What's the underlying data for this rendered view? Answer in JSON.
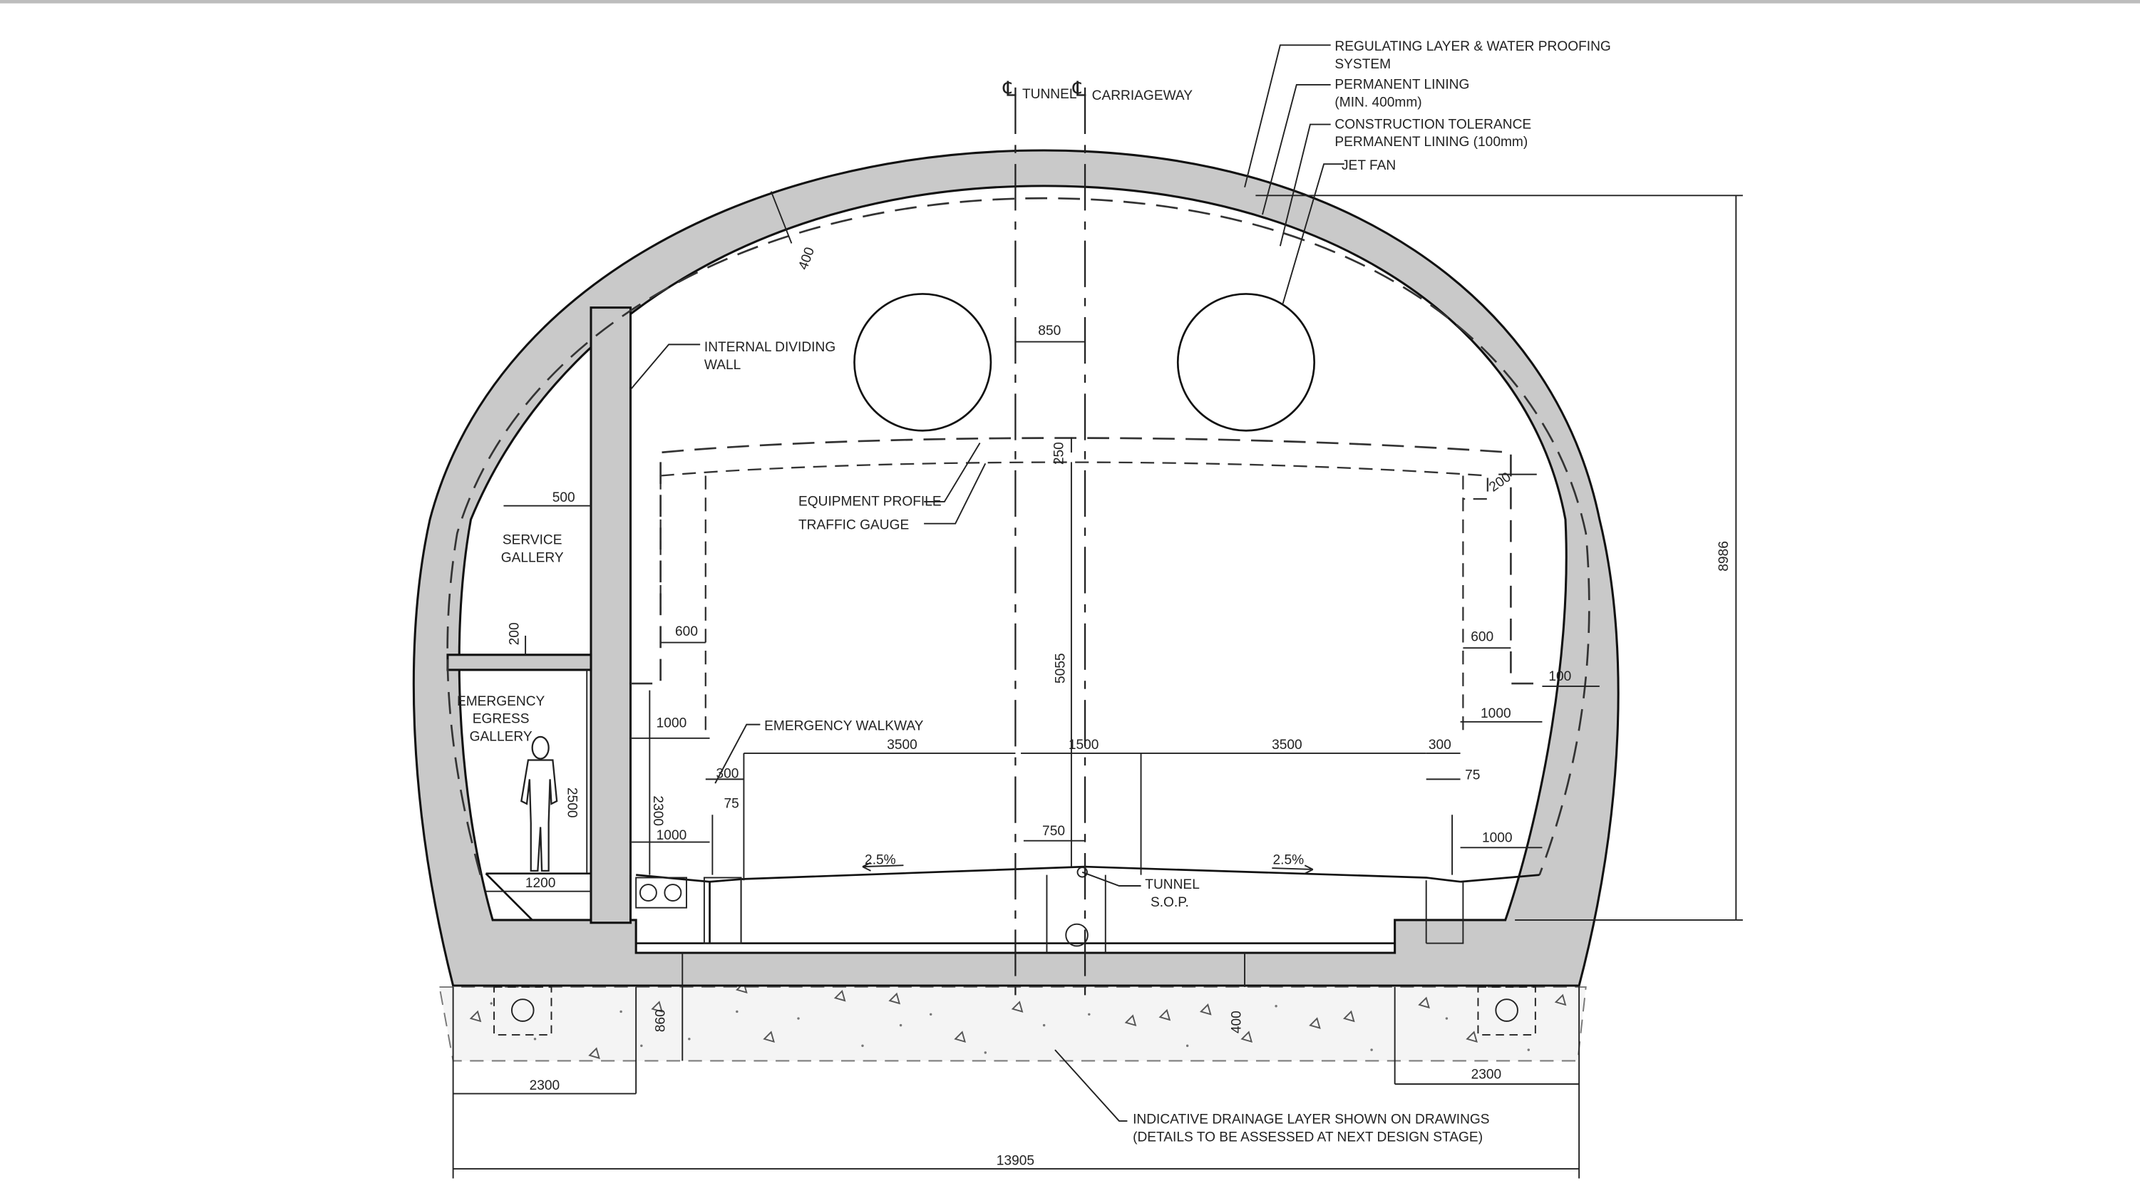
{
  "labels": {
    "cl_tunnel": "TUNNEL",
    "cl_carriageway": "CARRIAGEWAY",
    "regulating_1": "REGULATING LAYER & WATER PROOFING",
    "regulating_2": "SYSTEM",
    "permanent_lining_1": "PERMANENT LINING",
    "permanent_lining_2": "(MIN. 400mm)",
    "tolerance_1": "CONSTRUCTION TOLERANCE",
    "tolerance_2": "PERMANENT LINING (100mm)",
    "jet_fan": "JET FAN",
    "internal_wall_1": "INTERNAL DIVIDING",
    "internal_wall_2": "WALL",
    "service_gallery_1": "SERVICE",
    "service_gallery_2": "GALLERY",
    "egress_1": "EMERGENCY",
    "egress_2": "EGRESS",
    "egress_3": "GALLERY",
    "equipment_profile": "EQUIPMENT PROFILE",
    "traffic_gauge": "TRAFFIC GAUGE",
    "emergency_walkway": "EMERGENCY WALKWAY",
    "tunnel_sop_1": "TUNNEL",
    "tunnel_sop_2": "S.O.P.",
    "drainage_1": "INDICATIVE DRAINAGE LAYER SHOWN ON DRAWINGS",
    "drainage_2": "(DETAILS TO BE ASSESSED AT NEXT DESIGN STAGE)"
  },
  "dimensions": {
    "lining": "400",
    "cl_offset": "850",
    "wall": "500",
    "gauge_gap": "250",
    "gauge_side": "200",
    "left_600": "600",
    "right_600": "600",
    "slab_200": "200",
    "right_100": "100",
    "left_1000_top": "1000",
    "right_1000_top": "1000",
    "lane_left": "3500",
    "center": "1500",
    "lane_right": "3500",
    "left_300": "300",
    "right_300": "300",
    "height_5055": "5055",
    "height_2300": "2300",
    "height_2500": "2500",
    "left_75": "75",
    "right_75": "75",
    "half_750": "750",
    "left_1000_bot": "1000",
    "right_1000_bot": "1000",
    "gallery_1200": "1200",
    "slope_left": "2.5%",
    "slope_right": "2.5%",
    "base_left_2300": "2300",
    "base_right_2300": "2300",
    "slab_860": "860",
    "slab_400": "400",
    "overall_width": "13905",
    "overall_height": "8986"
  }
}
